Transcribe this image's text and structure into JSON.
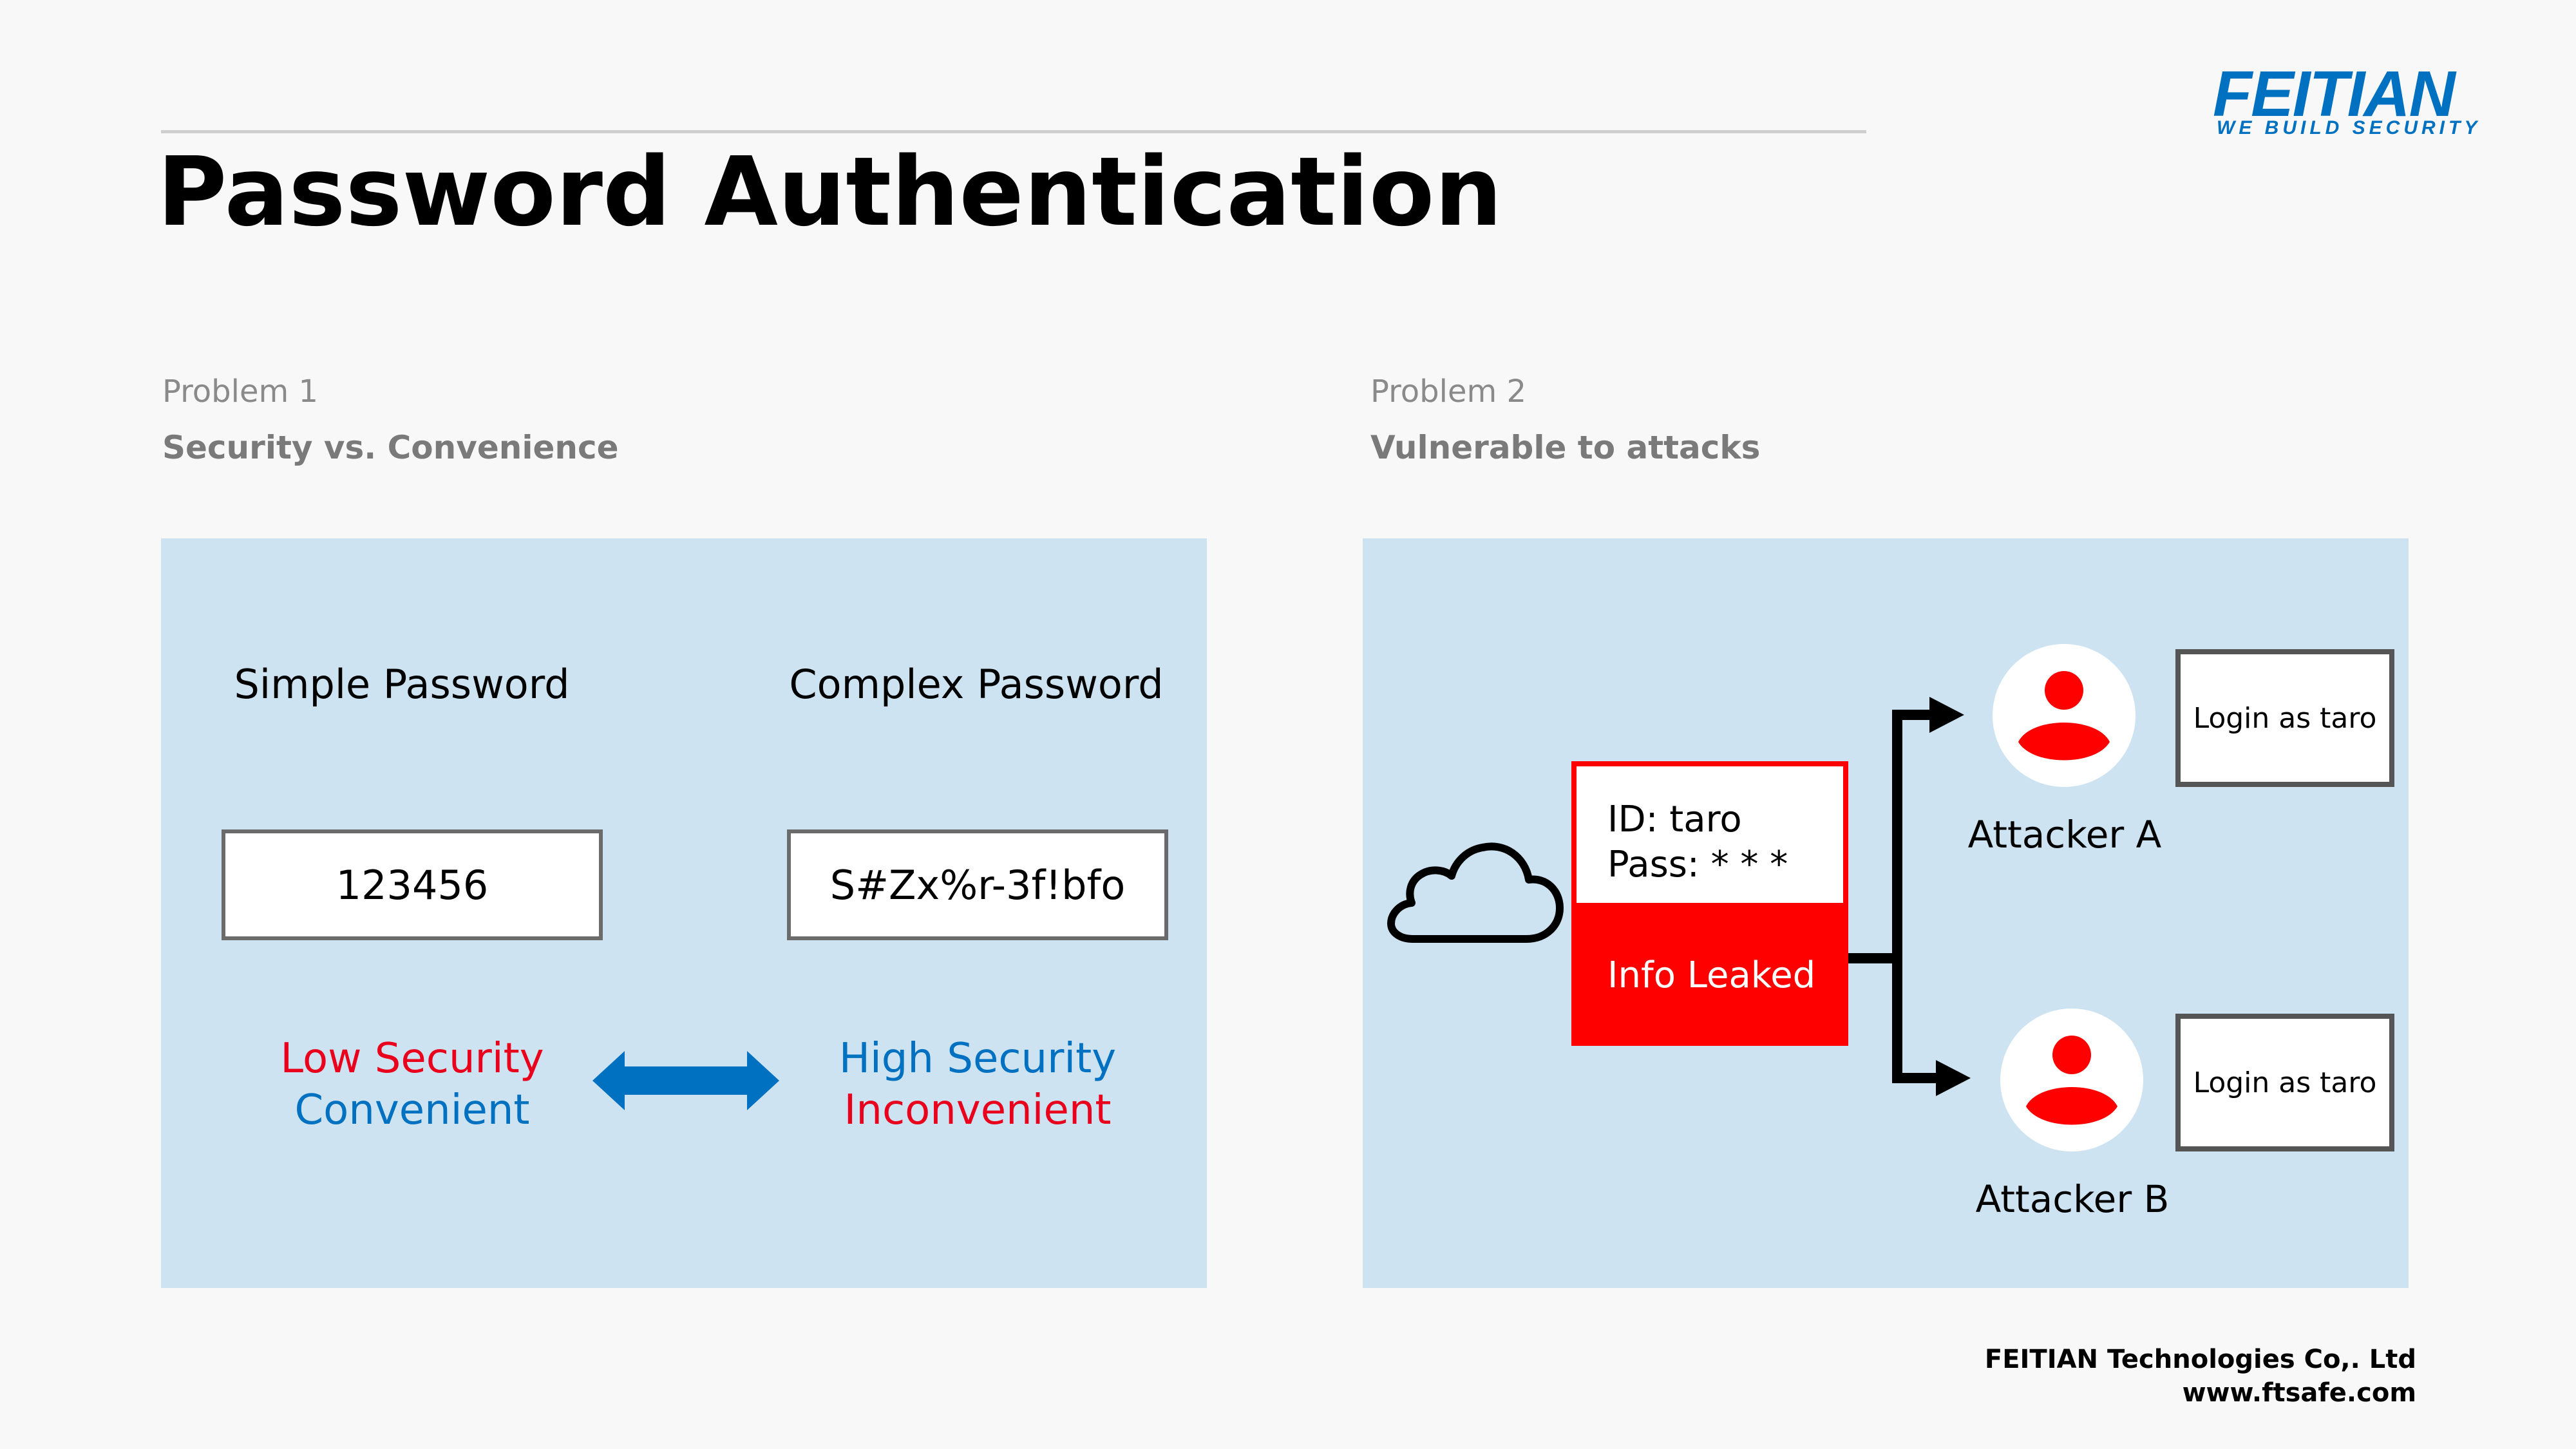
{
  "header": {
    "title": "Password Authentication",
    "logo": {
      "name": "FEITIAN",
      "tagline": "WE BUILD SECURITY"
    }
  },
  "problem1": {
    "label": "Problem 1",
    "subtitle": "Security vs. Convenience",
    "simple": {
      "heading": "Simple Password",
      "example": "123456",
      "security": "Low Security",
      "convenience": "Convenient"
    },
    "complex": {
      "heading": "Complex Password",
      "example": "S#Zx%r-3f!bfo",
      "security": "High Security",
      "convenience": "Inconvenient"
    }
  },
  "problem2": {
    "label": "Problem 2",
    "subtitle": "Vulnerable to attacks",
    "leak": {
      "id_line": "ID: taro",
      "pass_line": "Pass: * * *",
      "label": "Info Leaked"
    },
    "attackers": [
      {
        "name": "Attacker A",
        "action": "Login as taro"
      },
      {
        "name": "Attacker B",
        "action": "Login as taro"
      }
    ]
  },
  "footer": {
    "company": "FEITIAN Technologies Co,. Ltd",
    "url": "www.ftsafe.com"
  },
  "colors": {
    "panel_bg": "#cde3f1",
    "accent_blue": "#0070c0",
    "alert_red": "#e8001c",
    "leak_red": "#ff0000"
  }
}
